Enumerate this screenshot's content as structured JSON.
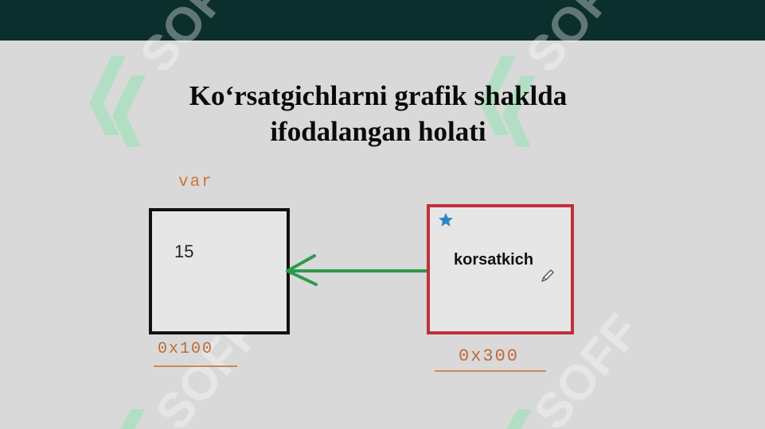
{
  "title": {
    "line1": "Ko‘rsatgichlarni grafik shaklda",
    "line2": "ifodalangan holati"
  },
  "diagram": {
    "variable_label": "var",
    "variable_value": "15",
    "variable_address": "0x100",
    "pointer_label": "korsatkich",
    "pointer_address": "0x300"
  },
  "watermark": {
    "text": "SOFF"
  },
  "colors": {
    "topbar": "#0b2f2d",
    "background": "#d9d9d9",
    "variable_box_border": "#111111",
    "pointer_box_border": "#c0303a",
    "arrow": "#2e9a4a",
    "handwriting": "#d2733c",
    "watermark": "#a8e0bd"
  }
}
